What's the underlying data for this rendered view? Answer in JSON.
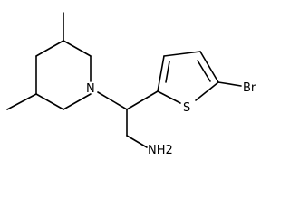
{
  "molecule": {
    "atoms": {
      "nitrogen": "N",
      "sulfur": "S",
      "bromine": "Br",
      "amine": "NH2"
    }
  },
  "colors": {
    "bond": "#000000",
    "label": "#000000",
    "background": "#ffffff"
  }
}
